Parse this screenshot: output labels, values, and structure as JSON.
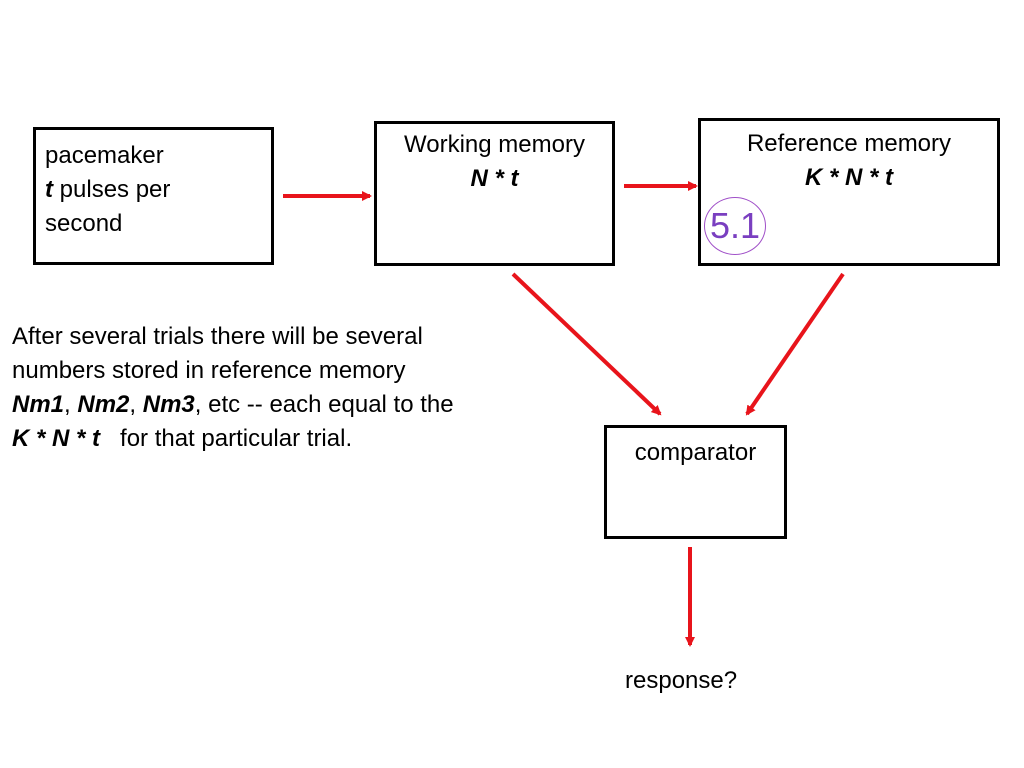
{
  "pacemaker": {
    "line1": "pacemaker",
    "var": "t",
    "line2_rest": " pulses per",
    "line3": "second"
  },
  "working_memory": {
    "title": "Working memory",
    "formula": "N * t"
  },
  "reference_memory": {
    "title": "Reference memory",
    "formula": "K * N * t"
  },
  "slide_badge": "5.1",
  "comparator": {
    "title": "comparator"
  },
  "note": {
    "line1": "After several trials there will be several",
    "line2": "numbers stored in reference memory",
    "nm1": "Nm1",
    "sep1": ", ",
    "nm2": "Nm2",
    "sep2": ", ",
    "nm3": "Nm3",
    "line3_rest": ", etc --  each equal to the",
    "formula": "K * N * t",
    "line4_rest": "   for that particular trial."
  },
  "response": "response?",
  "colors": {
    "arrow": "#e8141b",
    "badge": "#7a3fc0",
    "box_border": "#000000"
  }
}
